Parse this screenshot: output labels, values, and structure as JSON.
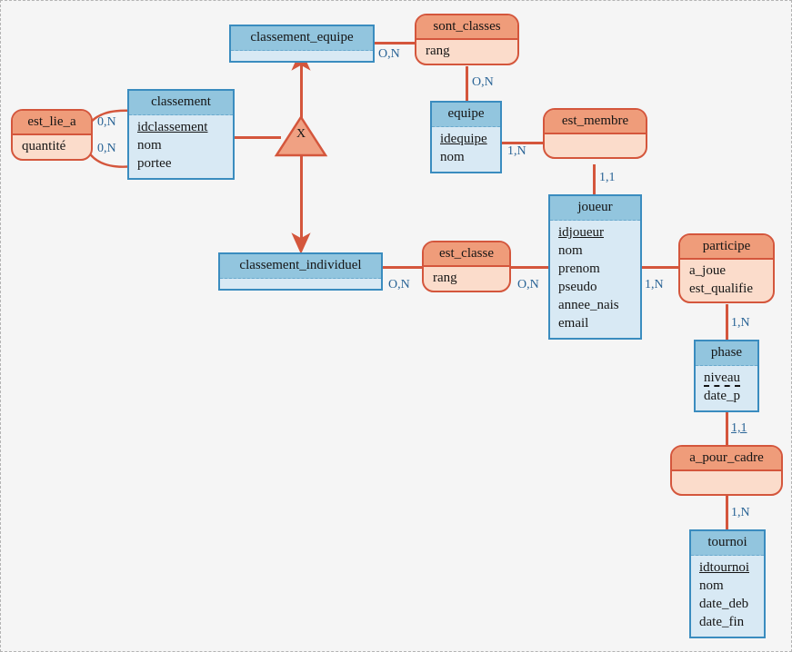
{
  "diagram": {
    "title": "Entity-Relationship Diagram",
    "background_color": "#f5f5f5",
    "entity_header_color": "#92c5de",
    "entity_body_color": "#d8e9f4",
    "entity_border_color": "#3a8cbf",
    "relation_header_color": "#ef9c7a",
    "relation_body_color": "#fbdccb",
    "relation_border_color": "#d4563c",
    "connector_color": "#d4563c",
    "cardinality_color": "#2a6496"
  },
  "entities": [
    {
      "id": "classement_equipe",
      "name": "classement_equipe",
      "attributes": []
    },
    {
      "id": "classement",
      "name": "classement",
      "attributes": [
        {
          "label": "idclassement",
          "key": true
        },
        {
          "label": "nom",
          "key": false
        },
        {
          "label": "portee",
          "key": false
        }
      ]
    },
    {
      "id": "equipe",
      "name": "equipe",
      "attributes": [
        {
          "label": "idequipe",
          "key": true
        },
        {
          "label": "nom",
          "key": false
        }
      ]
    },
    {
      "id": "classement_individuel",
      "name": "classement_individuel",
      "attributes": []
    },
    {
      "id": "joueur",
      "name": "joueur",
      "attributes": [
        {
          "label": "idjoueur",
          "key": true
        },
        {
          "label": "nom",
          "key": false
        },
        {
          "label": "prenom",
          "key": false
        },
        {
          "label": "pseudo",
          "key": false
        },
        {
          "label": "annee_nais",
          "key": false
        },
        {
          "label": "email",
          "key": false
        }
      ]
    },
    {
      "id": "phase",
      "name": "phase",
      "attributes": [
        {
          "label": "niveau",
          "key": true
        },
        {
          "label": "date_p",
          "key": false
        }
      ]
    },
    {
      "id": "tournoi",
      "name": "tournoi",
      "attributes": [
        {
          "label": "idtournoi",
          "key": true
        },
        {
          "label": "nom",
          "key": false
        },
        {
          "label": "date_deb",
          "key": false
        },
        {
          "label": "date_fin",
          "key": false
        }
      ]
    }
  ],
  "relationships": [
    {
      "id": "est_lie_a",
      "name": "est_lie_a",
      "attributes": [
        "quantité"
      ]
    },
    {
      "id": "sont_classes",
      "name": "sont_classes",
      "attributes": [
        "rang"
      ]
    },
    {
      "id": "est_membre",
      "name": "est_membre",
      "attributes": []
    },
    {
      "id": "est_classe",
      "name": "est_classe",
      "attributes": [
        "rang"
      ]
    },
    {
      "id": "participe",
      "name": "participe",
      "attributes": [
        "a_joue",
        "est_qualifie"
      ]
    },
    {
      "id": "a_pour_cadre",
      "name": "a_pour_cadre",
      "attributes": []
    }
  ],
  "inheritance": {
    "id": "xor-specialization",
    "symbol": "X",
    "parent": "classement",
    "children": [
      "classement_equipe",
      "classement_individuel"
    ]
  },
  "cardinalities": [
    {
      "id": "est_lie_a-classement-top",
      "value": "0,N",
      "selected": false
    },
    {
      "id": "est_lie_a-classement-bottom",
      "value": "0,N",
      "selected": false
    },
    {
      "id": "classement_equipe-sont_classes",
      "value": "O,N",
      "selected": false
    },
    {
      "id": "sont_classes-equipe",
      "value": "O,N",
      "selected": false
    },
    {
      "id": "equipe-est_membre",
      "value": "1,N",
      "selected": false
    },
    {
      "id": "est_membre-joueur",
      "value": "1,1",
      "selected": false
    },
    {
      "id": "classement_individuel-est_classe",
      "value": "O,N",
      "selected": false
    },
    {
      "id": "est_classe-joueur",
      "value": "O,N",
      "selected": false
    },
    {
      "id": "joueur-participe",
      "value": "1,N",
      "selected": false
    },
    {
      "id": "participe-phase",
      "value": "1,N",
      "selected": false
    },
    {
      "id": "phase-a_pour_cadre",
      "value": "1,1",
      "selected": true
    },
    {
      "id": "a_pour_cadre-tournoi",
      "value": "1,N",
      "selected": false
    }
  ]
}
